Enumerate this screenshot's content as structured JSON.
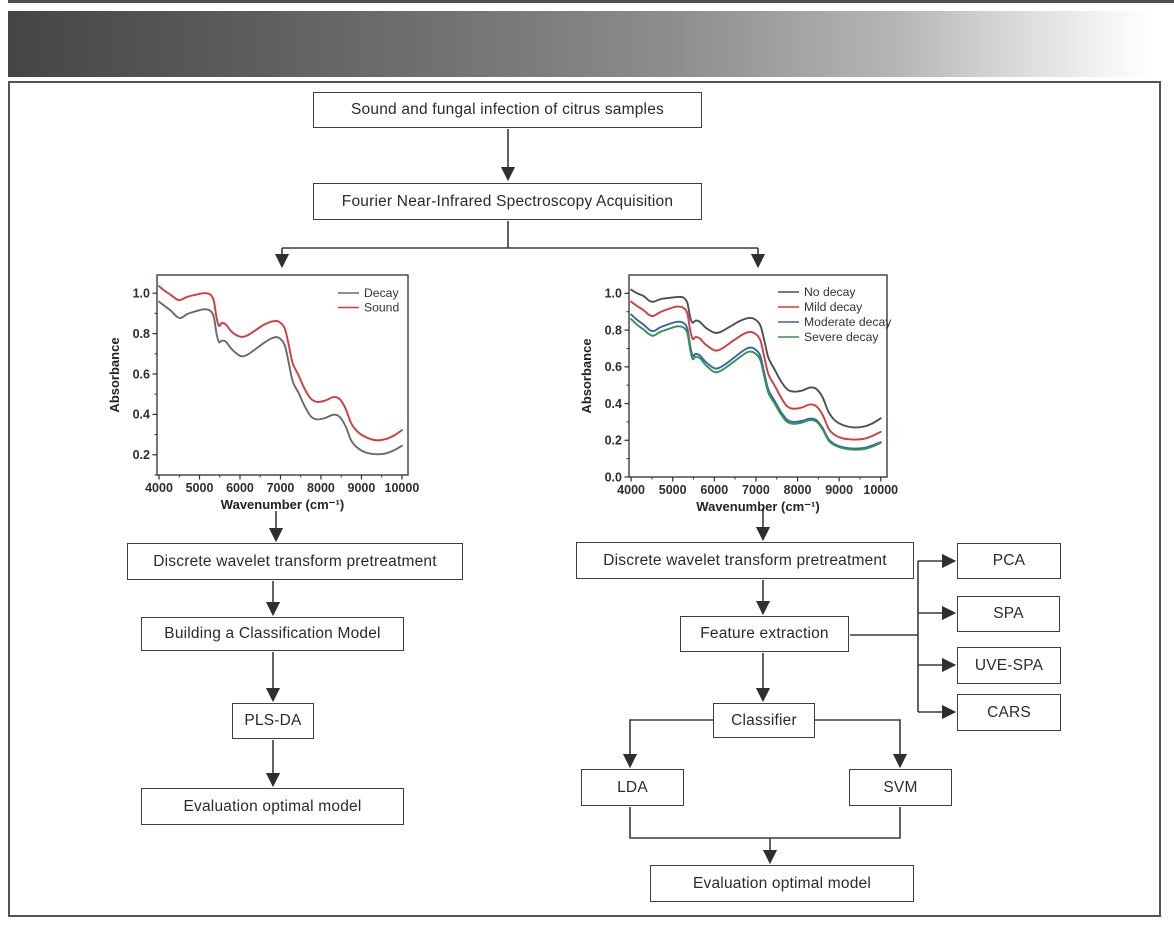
{
  "style": {
    "frame_border": "#545454",
    "box_border": "#3f3f3f",
    "arrow_color": "#333333",
    "banner_gradient_start": "#454545",
    "banner_gradient_end": "#ffffff"
  },
  "flowchart": {
    "nodes": {
      "samples": "Sound and fungal infection of citrus samples",
      "acquisition": "Fourier Near-Infrared Spectroscopy Acquisition",
      "dwt_left": "Discrete wavelet transform pretreatment",
      "building": "Building a Classification Model",
      "plsda": "PLS-DA",
      "eval_left": "Evaluation optimal model",
      "dwt_right": "Discrete wavelet transform pretreatment",
      "feature": "Feature extraction",
      "classifier": "Classifier",
      "lda": "LDA",
      "svm": "SVM",
      "pca": "PCA",
      "spa": "SPA",
      "uve_spa": "UVE-SPA",
      "cars": "CARS",
      "eval_right": "Evaluation optimal model"
    }
  },
  "chart_data": [
    {
      "type": "line",
      "title": "",
      "xlabel": "Wavenumber (cm⁻¹)",
      "ylabel": "Absorbance",
      "xlim": [
        3950,
        10150
      ],
      "ylim": [
        0.1,
        1.09
      ],
      "xticks": [
        4000,
        5000,
        6000,
        7000,
        8000,
        9000,
        10000
      ],
      "yticks": [
        0.2,
        0.4,
        0.6,
        0.8,
        1.0
      ],
      "grid": false,
      "legend_position": "top-right",
      "series": [
        {
          "name": "Decay",
          "color": "#6a6a6a",
          "points": [
            [
              4000,
              0.958
            ],
            [
              4150,
              0.935
            ],
            [
              4300,
              0.912
            ],
            [
              4450,
              0.882
            ],
            [
              4550,
              0.878
            ],
            [
              4700,
              0.897
            ],
            [
              4900,
              0.91
            ],
            [
              5100,
              0.92
            ],
            [
              5250,
              0.915
            ],
            [
              5350,
              0.885
            ],
            [
              5420,
              0.8
            ],
            [
              5480,
              0.758
            ],
            [
              5550,
              0.765
            ],
            [
              5650,
              0.76
            ],
            [
              5800,
              0.722
            ],
            [
              6000,
              0.69
            ],
            [
              6150,
              0.692
            ],
            [
              6350,
              0.718
            ],
            [
              6600,
              0.755
            ],
            [
              6800,
              0.778
            ],
            [
              6950,
              0.78
            ],
            [
              7100,
              0.745
            ],
            [
              7200,
              0.66
            ],
            [
              7300,
              0.565
            ],
            [
              7450,
              0.505
            ],
            [
              7600,
              0.44
            ],
            [
              7750,
              0.39
            ],
            [
              7900,
              0.375
            ],
            [
              8100,
              0.382
            ],
            [
              8300,
              0.398
            ],
            [
              8450,
              0.39
            ],
            [
              8600,
              0.345
            ],
            [
              8750,
              0.27
            ],
            [
              8900,
              0.235
            ],
            [
              9100,
              0.212
            ],
            [
              9350,
              0.203
            ],
            [
              9600,
              0.207
            ],
            [
              9800,
              0.222
            ],
            [
              10000,
              0.245
            ]
          ]
        },
        {
          "name": "Sound",
          "color": "#d23b40",
          "points": [
            [
              4000,
              1.035
            ],
            [
              4150,
              1.01
            ],
            [
              4300,
              0.99
            ],
            [
              4450,
              0.968
            ],
            [
              4550,
              0.968
            ],
            [
              4700,
              0.982
            ],
            [
              4900,
              0.992
            ],
            [
              5100,
              1.0
            ],
            [
              5250,
              0.995
            ],
            [
              5350,
              0.965
            ],
            [
              5420,
              0.88
            ],
            [
              5480,
              0.838
            ],
            [
              5550,
              0.852
            ],
            [
              5650,
              0.845
            ],
            [
              5800,
              0.808
            ],
            [
              6000,
              0.785
            ],
            [
              6150,
              0.788
            ],
            [
              6350,
              0.812
            ],
            [
              6600,
              0.845
            ],
            [
              6800,
              0.86
            ],
            [
              6950,
              0.86
            ],
            [
              7100,
              0.828
            ],
            [
              7200,
              0.748
            ],
            [
              7300,
              0.655
            ],
            [
              7450,
              0.592
            ],
            [
              7600,
              0.525
            ],
            [
              7750,
              0.478
            ],
            [
              7900,
              0.462
            ],
            [
              8100,
              0.468
            ],
            [
              8300,
              0.485
            ],
            [
              8450,
              0.478
            ],
            [
              8600,
              0.432
            ],
            [
              8750,
              0.355
            ],
            [
              8900,
              0.315
            ],
            [
              9100,
              0.288
            ],
            [
              9350,
              0.272
            ],
            [
              9600,
              0.278
            ],
            [
              9800,
              0.295
            ],
            [
              10000,
              0.322
            ]
          ]
        }
      ]
    },
    {
      "type": "line",
      "title": "",
      "xlabel": "Wavenumber (cm⁻¹)",
      "ylabel": "Absorbance",
      "xlim": [
        3950,
        10150
      ],
      "ylim": [
        0.0,
        1.1
      ],
      "xticks": [
        4000,
        5000,
        6000,
        7000,
        8000,
        9000,
        10000
      ],
      "yticks": [
        0.0,
        0.2,
        0.4,
        0.6,
        0.8,
        1.0
      ],
      "grid": false,
      "legend_position": "top-right",
      "series": [
        {
          "name": "No decay",
          "color": "#4f4f4f",
          "points": [
            [
              4000,
              1.02
            ],
            [
              4150,
              1.0
            ],
            [
              4300,
              0.985
            ],
            [
              4450,
              0.958
            ],
            [
              4550,
              0.955
            ],
            [
              4700,
              0.968
            ],
            [
              4900,
              0.975
            ],
            [
              5100,
              0.98
            ],
            [
              5250,
              0.978
            ],
            [
              5350,
              0.95
            ],
            [
              5420,
              0.87
            ],
            [
              5480,
              0.84
            ],
            [
              5550,
              0.852
            ],
            [
              5650,
              0.845
            ],
            [
              5800,
              0.812
            ],
            [
              6000,
              0.786
            ],
            [
              6150,
              0.79
            ],
            [
              6350,
              0.815
            ],
            [
              6600,
              0.848
            ],
            [
              6800,
              0.865
            ],
            [
              6950,
              0.862
            ],
            [
              7100,
              0.828
            ],
            [
              7200,
              0.745
            ],
            [
              7300,
              0.65
            ],
            [
              7450,
              0.585
            ],
            [
              7600,
              0.522
            ],
            [
              7750,
              0.478
            ],
            [
              7900,
              0.465
            ],
            [
              8100,
              0.47
            ],
            [
              8300,
              0.487
            ],
            [
              8450,
              0.48
            ],
            [
              8600,
              0.435
            ],
            [
              8750,
              0.352
            ],
            [
              8900,
              0.308
            ],
            [
              9100,
              0.282
            ],
            [
              9350,
              0.27
            ],
            [
              9600,
              0.275
            ],
            [
              9800,
              0.292
            ],
            [
              10000,
              0.32
            ]
          ]
        },
        {
          "name": "Mild decay",
          "color": "#d23b40",
          "points": [
            [
              4000,
              0.955
            ],
            [
              4150,
              0.93
            ],
            [
              4300,
              0.908
            ],
            [
              4450,
              0.88
            ],
            [
              4550,
              0.878
            ],
            [
              4700,
              0.898
            ],
            [
              4900,
              0.915
            ],
            [
              5100,
              0.928
            ],
            [
              5250,
              0.922
            ],
            [
              5350,
              0.892
            ],
            [
              5420,
              0.8
            ],
            [
              5480,
              0.752
            ],
            [
              5550,
              0.762
            ],
            [
              5650,
              0.755
            ],
            [
              5800,
              0.72
            ],
            [
              6000,
              0.69
            ],
            [
              6150,
              0.695
            ],
            [
              6350,
              0.725
            ],
            [
              6600,
              0.765
            ],
            [
              6800,
              0.788
            ],
            [
              6950,
              0.785
            ],
            [
              7100,
              0.748
            ],
            [
              7200,
              0.655
            ],
            [
              7300,
              0.56
            ],
            [
              7450,
              0.498
            ],
            [
              7600,
              0.435
            ],
            [
              7750,
              0.385
            ],
            [
              7900,
              0.372
            ],
            [
              8100,
              0.378
            ],
            [
              8300,
              0.395
            ],
            [
              8450,
              0.385
            ],
            [
              8600,
              0.34
            ],
            [
              8750,
              0.262
            ],
            [
              8900,
              0.228
            ],
            [
              9100,
              0.21
            ],
            [
              9350,
              0.204
            ],
            [
              9600,
              0.208
            ],
            [
              9800,
              0.224
            ],
            [
              10000,
              0.246
            ]
          ]
        },
        {
          "name": "Moderate decay",
          "color": "#3a62ad",
          "points": [
            [
              4000,
              0.885
            ],
            [
              4150,
              0.855
            ],
            [
              4300,
              0.83
            ],
            [
              4450,
              0.8
            ],
            [
              4550,
              0.795
            ],
            [
              4700,
              0.815
            ],
            [
              4900,
              0.832
            ],
            [
              5100,
              0.845
            ],
            [
              5250,
              0.84
            ],
            [
              5350,
              0.81
            ],
            [
              5420,
              0.715
            ],
            [
              5480,
              0.66
            ],
            [
              5550,
              0.67
            ],
            [
              5650,
              0.663
            ],
            [
              5800,
              0.625
            ],
            [
              6000,
              0.592
            ],
            [
              6150,
              0.598
            ],
            [
              6350,
              0.628
            ],
            [
              6600,
              0.672
            ],
            [
              6800,
              0.702
            ],
            [
              6950,
              0.7
            ],
            [
              7100,
              0.662
            ],
            [
              7200,
              0.568
            ],
            [
              7300,
              0.475
            ],
            [
              7450,
              0.415
            ],
            [
              7600,
              0.355
            ],
            [
              7750,
              0.312
            ],
            [
              7900,
              0.3
            ],
            [
              8100,
              0.305
            ],
            [
              8300,
              0.318
            ],
            [
              8450,
              0.31
            ],
            [
              8600,
              0.268
            ],
            [
              8750,
              0.205
            ],
            [
              8900,
              0.178
            ],
            [
              9100,
              0.162
            ],
            [
              9350,
              0.155
            ],
            [
              9600,
              0.158
            ],
            [
              9800,
              0.172
            ],
            [
              10000,
              0.19
            ]
          ]
        },
        {
          "name": "Severe decay",
          "color": "#2f9455",
          "points": [
            [
              4000,
              0.86
            ],
            [
              4150,
              0.828
            ],
            [
              4300,
              0.803
            ],
            [
              4450,
              0.775
            ],
            [
              4550,
              0.77
            ],
            [
              4700,
              0.79
            ],
            [
              4900,
              0.806
            ],
            [
              5100,
              0.82
            ],
            [
              5250,
              0.815
            ],
            [
              5350,
              0.785
            ],
            [
              5420,
              0.695
            ],
            [
              5480,
              0.642
            ],
            [
              5550,
              0.655
            ],
            [
              5650,
              0.648
            ],
            [
              5800,
              0.608
            ],
            [
              6000,
              0.572
            ],
            [
              6150,
              0.578
            ],
            [
              6350,
              0.608
            ],
            [
              6600,
              0.65
            ],
            [
              6800,
              0.68
            ],
            [
              6950,
              0.678
            ],
            [
              7100,
              0.64
            ],
            [
              7200,
              0.548
            ],
            [
              7300,
              0.458
            ],
            [
              7450,
              0.4
            ],
            [
              7600,
              0.342
            ],
            [
              7750,
              0.3
            ],
            [
              7900,
              0.29
            ],
            [
              8100,
              0.296
            ],
            [
              8300,
              0.31
            ],
            [
              8450,
              0.302
            ],
            [
              8600,
              0.26
            ],
            [
              8750,
              0.198
            ],
            [
              8900,
              0.172
            ],
            [
              9100,
              0.156
            ],
            [
              9350,
              0.149
            ],
            [
              9600,
              0.152
            ],
            [
              9800,
              0.166
            ],
            [
              10000,
              0.186
            ]
          ]
        }
      ]
    }
  ]
}
